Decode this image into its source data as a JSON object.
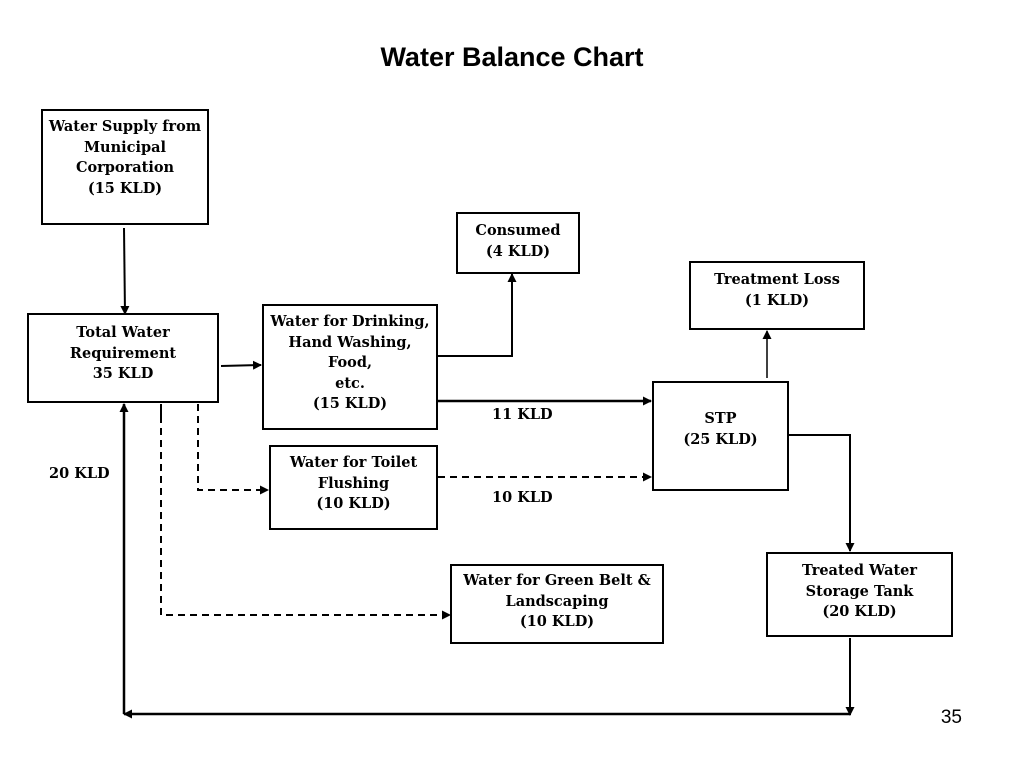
{
  "title": "Water Balance Chart",
  "page_number": "35",
  "nodes": {
    "municipal_supply": [
      "Water Supply from",
      "Municipal",
      "Corporation",
      "(15 KLD)"
    ],
    "total_requirement": [
      "Total Water",
      "Requirement",
      "35 KLD"
    ],
    "drinking": [
      "Water for Drinking,",
      "Hand Washing, Food,",
      "etc.",
      "(15 KLD)"
    ],
    "consumed": [
      "Consumed",
      "(4 KLD)"
    ],
    "treatment_loss": [
      "Treatment Loss",
      "(1 KLD)"
    ],
    "toilet_flushing": [
      "Water for Toilet",
      "Flushing",
      "(10 KLD)"
    ],
    "stp": [
      "STP",
      "(25 KLD)"
    ],
    "green_belt": [
      "Water for Green Belt &",
      "Landscaping",
      "(10 KLD)"
    ],
    "treated_storage": [
      "Treated Water",
      "Storage Tank",
      "(20 KLD)"
    ]
  },
  "flow_labels": {
    "drinking_to_stp": "11 KLD",
    "toilet_to_stp": "10 KLD",
    "recycled_return": "20 KLD"
  }
}
